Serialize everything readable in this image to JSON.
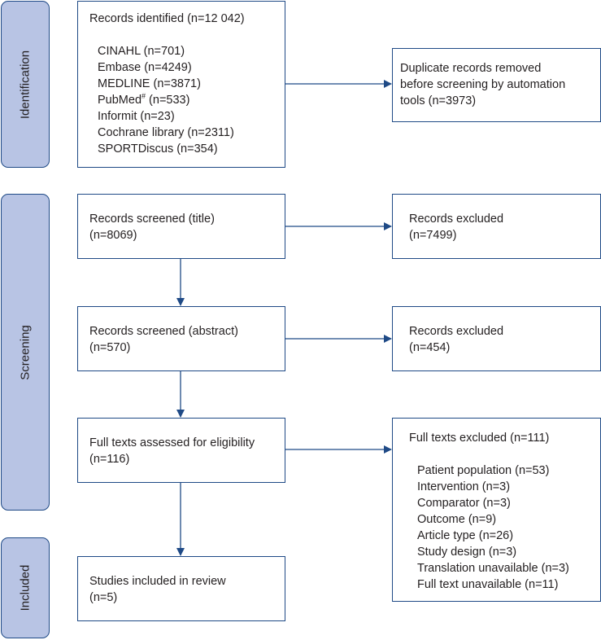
{
  "phases": {
    "identification": "Identification",
    "screening": "Screening",
    "included": "Included"
  },
  "identified": {
    "title": "Records identified (n=12 042)",
    "sources": [
      "CINAHL (n=701)",
      "Embase (n=4249)",
      "MEDLINE (n=3871)",
      "PubMed",
      "Informit (n=23)",
      "Cochrane library (n=2311)",
      "SPORTDiscus (n=354)"
    ],
    "pubmed_mark": "#",
    "pubmed_count": " (n=533)"
  },
  "duplicates": {
    "lines": [
      "Duplicate records removed",
      "before screening by automation",
      "tools (n=3973)"
    ]
  },
  "screen_title": {
    "lines": [
      "Records screened (title)",
      "(n=8069)"
    ]
  },
  "excluded_title": {
    "lines": [
      "Records excluded",
      "(n=7499)"
    ]
  },
  "screen_abstract": {
    "lines": [
      "Records screened (abstract)",
      "(n=570)"
    ]
  },
  "excluded_abstract": {
    "lines": [
      "Records excluded",
      "(n=454)"
    ]
  },
  "full_text": {
    "lines": [
      "Full texts assessed for eligibility",
      "(n=116)"
    ]
  },
  "full_excluded": {
    "title": "Full texts excluded (n=111)",
    "reasons": [
      "Patient population (n=53)",
      "Intervention (n=3)",
      "Comparator (n=3)",
      "Outcome (n=9)",
      "Article type (n=26)",
      "Study design (n=3)",
      "Translation unavailable (n=3)",
      "Full text unavailable (n=11)"
    ]
  },
  "included": {
    "lines": [
      "Studies included in review",
      "(n=5)"
    ]
  },
  "colors": {
    "border": "#1f4a86",
    "phase_fill": "#b8c4e4"
  }
}
